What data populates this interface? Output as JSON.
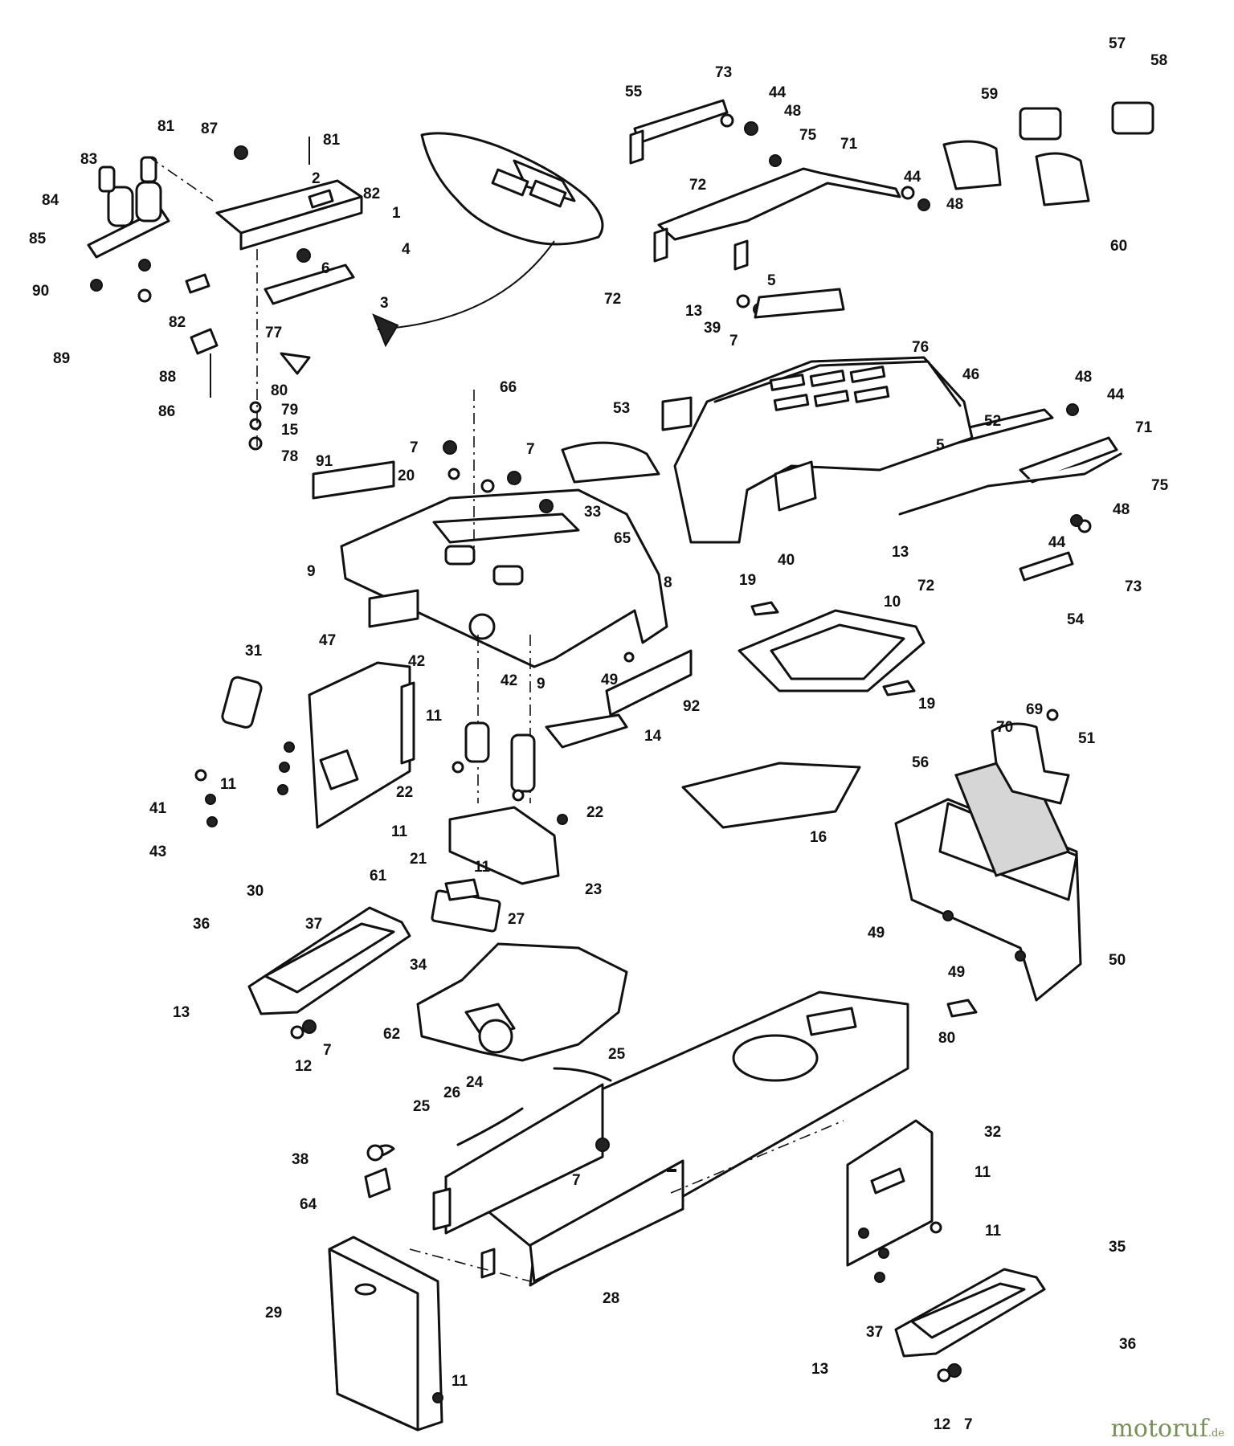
{
  "watermark": {
    "main": "motoruf",
    "suffix": ".de"
  },
  "colors": {
    "ink": "#111111",
    "paper": "#ffffff",
    "watermark": "#7a8e57"
  },
  "callouts": {
    "n1": "1",
    "n2": "2",
    "n3": "3",
    "n4": "4",
    "n5a": "5",
    "n5b": "5",
    "n6": "6",
    "n7a": "7",
    "n7b": "7",
    "n7c": "7",
    "n7d": "7",
    "n7e": "7",
    "n7f": "7",
    "n8": "8",
    "n9a": "9",
    "n9b": "9",
    "n10": "10",
    "n11a": "11",
    "n11b": "11",
    "n11c": "11",
    "n11d": "11",
    "n11e": "11",
    "n11f": "11",
    "n11g": "11",
    "n12a": "12",
    "n12b": "12",
    "n13a": "13",
    "n13b": "13",
    "n13c": "13",
    "n13d": "13",
    "n14": "14",
    "n15": "15",
    "n16": "16",
    "n19a": "19",
    "n19b": "19",
    "n20": "20",
    "n21": "21",
    "n22a": "22",
    "n22b": "22",
    "n23": "23",
    "n24": "24",
    "n25a": "25",
    "n25b": "25",
    "n26": "26",
    "n27": "27",
    "n28": "28",
    "n29": "29",
    "n30": "30",
    "n31": "31",
    "n32": "32",
    "n33": "33",
    "n34": "34",
    "n35": "35",
    "n36a": "36",
    "n36b": "36",
    "n37a": "37",
    "n37b": "37",
    "n38": "38",
    "n39": "39",
    "n40": "40",
    "n41": "41",
    "n42a": "42",
    "n42b": "42",
    "n43": "43",
    "n44a": "44",
    "n44b": "44",
    "n44c": "44",
    "n44d": "44",
    "n46": "46",
    "n47": "47",
    "n48a": "48",
    "n48b": "48",
    "n48c": "48",
    "n48d": "48",
    "n49a": "49",
    "n49b": "49",
    "n49c": "49",
    "n50": "50",
    "n51": "51",
    "n52": "52",
    "n53": "53",
    "n54": "54",
    "n55": "55",
    "n56": "56",
    "n57": "57",
    "n58": "58",
    "n59": "59",
    "n60": "60",
    "n61": "61",
    "n62": "62",
    "n64": "64",
    "n65": "65",
    "n66": "66",
    "n69": "69",
    "n70": "70",
    "n71a": "71",
    "n71b": "71",
    "n72a": "72",
    "n72b": "72",
    "n72c": "72",
    "n73a": "73",
    "n73b": "73",
    "n75a": "75",
    "n75b": "75",
    "n76": "76",
    "n77": "77",
    "n78": "78",
    "n79": "79",
    "n80a": "80",
    "n80b": "80",
    "n81a": "81",
    "n81b": "81",
    "n82a": "82",
    "n82b": "82",
    "n83": "83",
    "n84": "84",
    "n85": "85",
    "n86": "86",
    "n87": "87",
    "n88": "88",
    "n89": "89",
    "n90": "90",
    "n91": "91",
    "n92": "92"
  }
}
